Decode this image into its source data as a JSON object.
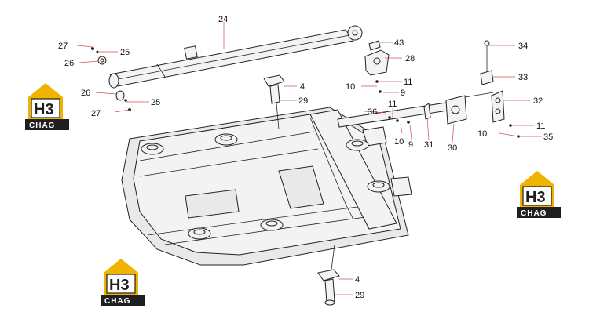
{
  "logo": {
    "mark": "H3",
    "text": "CHAG",
    "color_gold": "#f0b400",
    "color_dark": "#1f1f1f"
  },
  "labels": [
    {
      "id": "l24",
      "text": "24"
    },
    {
      "id": "l27a",
      "text": "27"
    },
    {
      "id": "l25a",
      "text": "25"
    },
    {
      "id": "l26a",
      "text": "26"
    },
    {
      "id": "l26b",
      "text": "26"
    },
    {
      "id": "l25b",
      "text": "25"
    },
    {
      "id": "l27b",
      "text": "27"
    },
    {
      "id": "l4a",
      "text": "4"
    },
    {
      "id": "l29a",
      "text": "29"
    },
    {
      "id": "l43",
      "text": "43"
    },
    {
      "id": "l28",
      "text": "28"
    },
    {
      "id": "l11a",
      "text": "11"
    },
    {
      "id": "l10a",
      "text": "10"
    },
    {
      "id": "l9a",
      "text": "9"
    },
    {
      "id": "l34",
      "text": "34"
    },
    {
      "id": "l33",
      "text": "33"
    },
    {
      "id": "l32",
      "text": "32"
    },
    {
      "id": "l11b",
      "text": "11"
    },
    {
      "id": "l10b",
      "text": "10"
    },
    {
      "id": "l35",
      "text": "35"
    },
    {
      "id": "l36",
      "text": "36"
    },
    {
      "id": "l11c",
      "text": "11"
    },
    {
      "id": "l10c",
      "text": "10"
    },
    {
      "id": "l9b",
      "text": "9"
    },
    {
      "id": "l31",
      "text": "31"
    },
    {
      "id": "l30",
      "text": "30"
    },
    {
      "id": "l4b",
      "text": "4"
    },
    {
      "id": "l29b",
      "text": "29"
    }
  ]
}
